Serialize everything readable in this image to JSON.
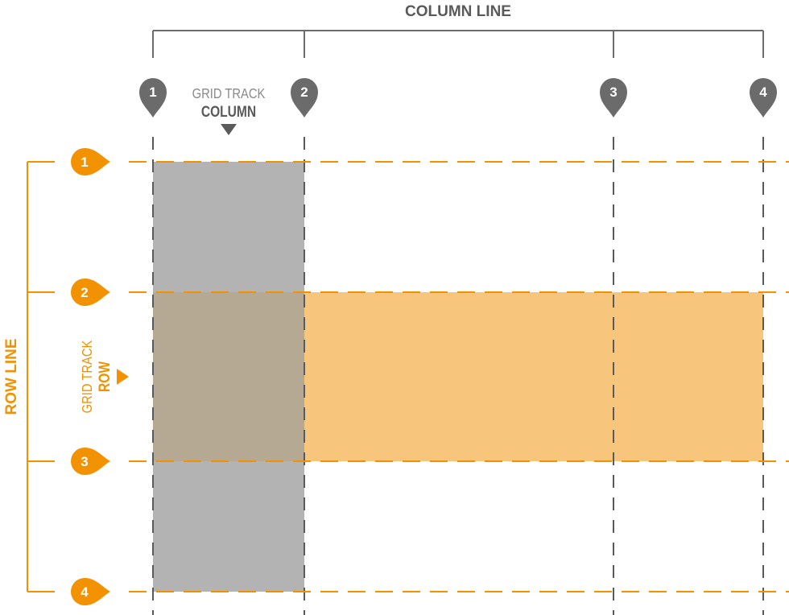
{
  "column_line": {
    "label": "COLUMN LINE",
    "markers": [
      "1",
      "2",
      "3",
      "4"
    ]
  },
  "row_line": {
    "label": "ROW LINE",
    "markers": [
      "1",
      "2",
      "3",
      "4"
    ]
  },
  "column_track": {
    "top_text": "GRID TRACK",
    "bottom_text": "COLUMN"
  },
  "row_track": {
    "top_text": "GRID TRACK",
    "bottom_text": "ROW"
  },
  "colors": {
    "gray_line": "#6b6b6b",
    "gray_text": "#5a5a5a",
    "gray_light_text": "#8a8a8a",
    "orange": "#f39200",
    "orange_fill": "#f7c67c",
    "gray_fill": "#b3b3b3",
    "overlap_fill": "#b5a994"
  }
}
